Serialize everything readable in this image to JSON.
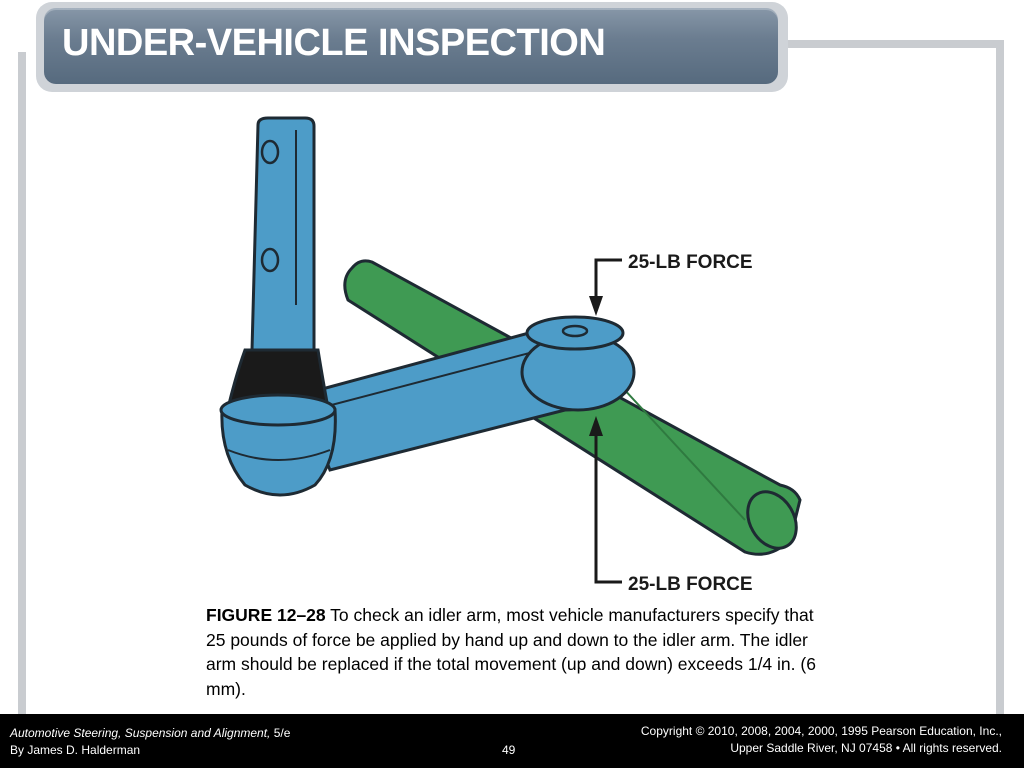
{
  "slide": {
    "title": "UNDER-VEHICLE INSPECTION"
  },
  "figure": {
    "top_label": "25-LB FORCE",
    "bottom_label": "25-LB FORCE",
    "colors": {
      "idler_arm": "#4d9cc8",
      "frame_rail": "#3f9a53",
      "boot": "#1a1a1a",
      "outline": "#1e2a33"
    }
  },
  "caption": {
    "label": "FIGURE 12–28",
    "text": " To check an idler arm, most vehicle manufacturers specify that 25 pounds of force be applied by hand up and down to the idler arm. The idler arm should be replaced if the total movement (up and down) exceeds 1/4 in. (6 mm)."
  },
  "footer": {
    "book_title": "Automotive Steering, Suspension and Alignment,",
    "edition": " 5/e",
    "author": "By James D. Halderman",
    "page_number": "49",
    "copyright_line1": "Copyright © 2010, 2008, 2004, 2000, 1995 Pearson Education, Inc.,",
    "copyright_line2": "Upper Saddle River, NJ 07458 • All rights reserved."
  }
}
